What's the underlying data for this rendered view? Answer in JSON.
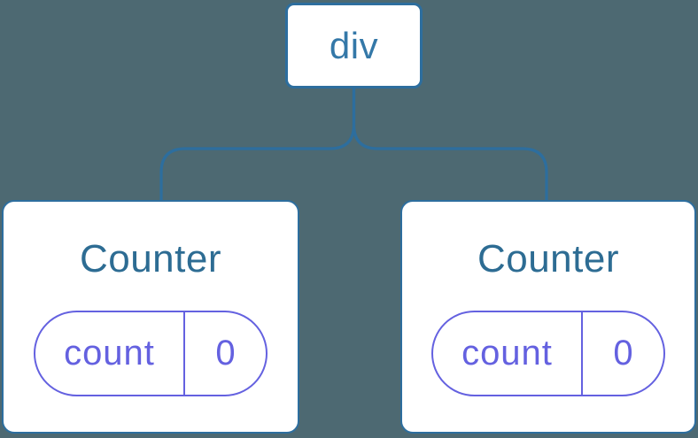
{
  "root_node": {
    "label": "div"
  },
  "counters": [
    {
      "title": "Counter",
      "state_key": "count",
      "state_value": "0"
    },
    {
      "title": "Counter",
      "state_key": "count",
      "state_value": "0"
    }
  ],
  "colors": {
    "background": "#4D6972",
    "line": "#2D6E9E",
    "node_label": "#3478A8",
    "title": "#2D6C93",
    "accent": "#6461E0",
    "node_background": "#FFFFFF"
  }
}
